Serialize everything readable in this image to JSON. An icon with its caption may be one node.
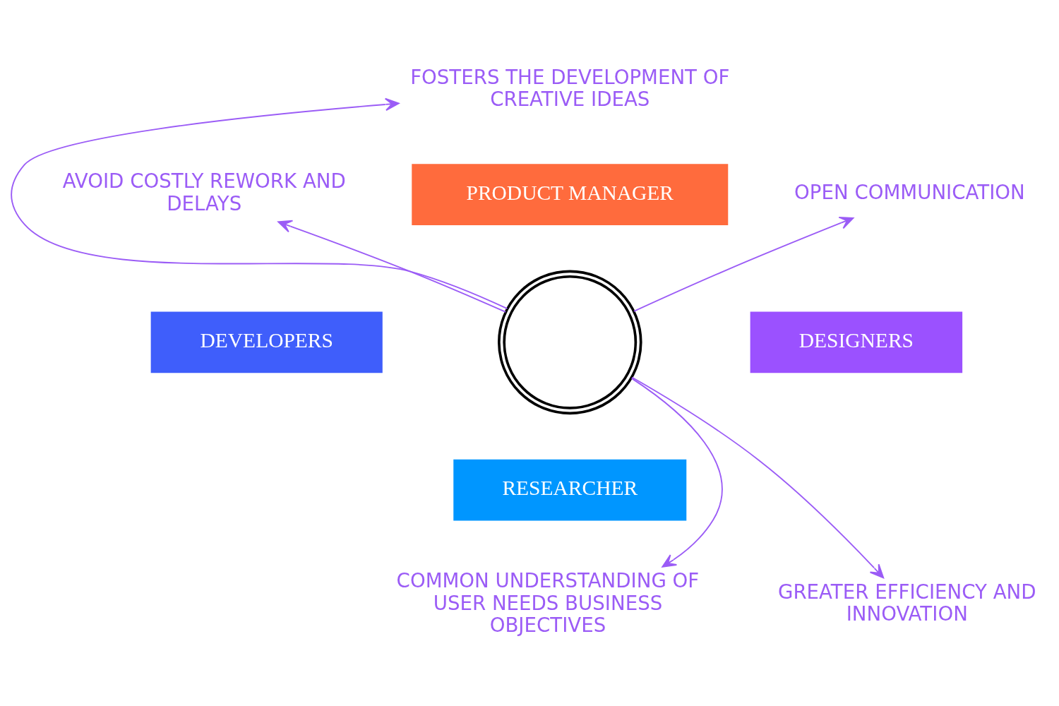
{
  "diagram": {
    "nodes": [
      {
        "text": [
          "PRODUCT MANAGER"
        ]
      },
      {
        "text": [
          "DEVELOPERS"
        ]
      },
      {
        "text": [
          "DESIGNERS"
        ]
      },
      {
        "text": [
          "RESEARCHER"
        ]
      },
      {
        "text": [],
        "shape": "person"
      },
      {
        "text": [
          "FOSTERS THE DEVELOPMENT OF CREATIVE IDEAS"
        ]
      },
      {
        "text": [
          "AVOID COSTLY REWORK AND DELAYS"
        ]
      },
      {
        "text": [
          "OPEN COMMUNICATION"
        ]
      },
      {
        "text": [
          "COMMON UNDERSTANDING OF USER NEEDS BUSINESS OBJECTIVES"
        ]
      },
      {
        "text": [
          "GREATER EFFICIENCY AND INNOVATION"
        ]
      }
    ],
    "edges": [
      {
        "from": 4,
        "to": 5,
        "arrow": "to"
      },
      {
        "from": 4,
        "to": 6,
        "arrow": "to"
      },
      {
        "from": 4,
        "to": 7,
        "arrow": "to"
      },
      {
        "from": 4,
        "to": 8,
        "arrow": "to"
      },
      {
        "from": 4,
        "to": 9,
        "arrow": "to"
      }
    ]
  }
}
